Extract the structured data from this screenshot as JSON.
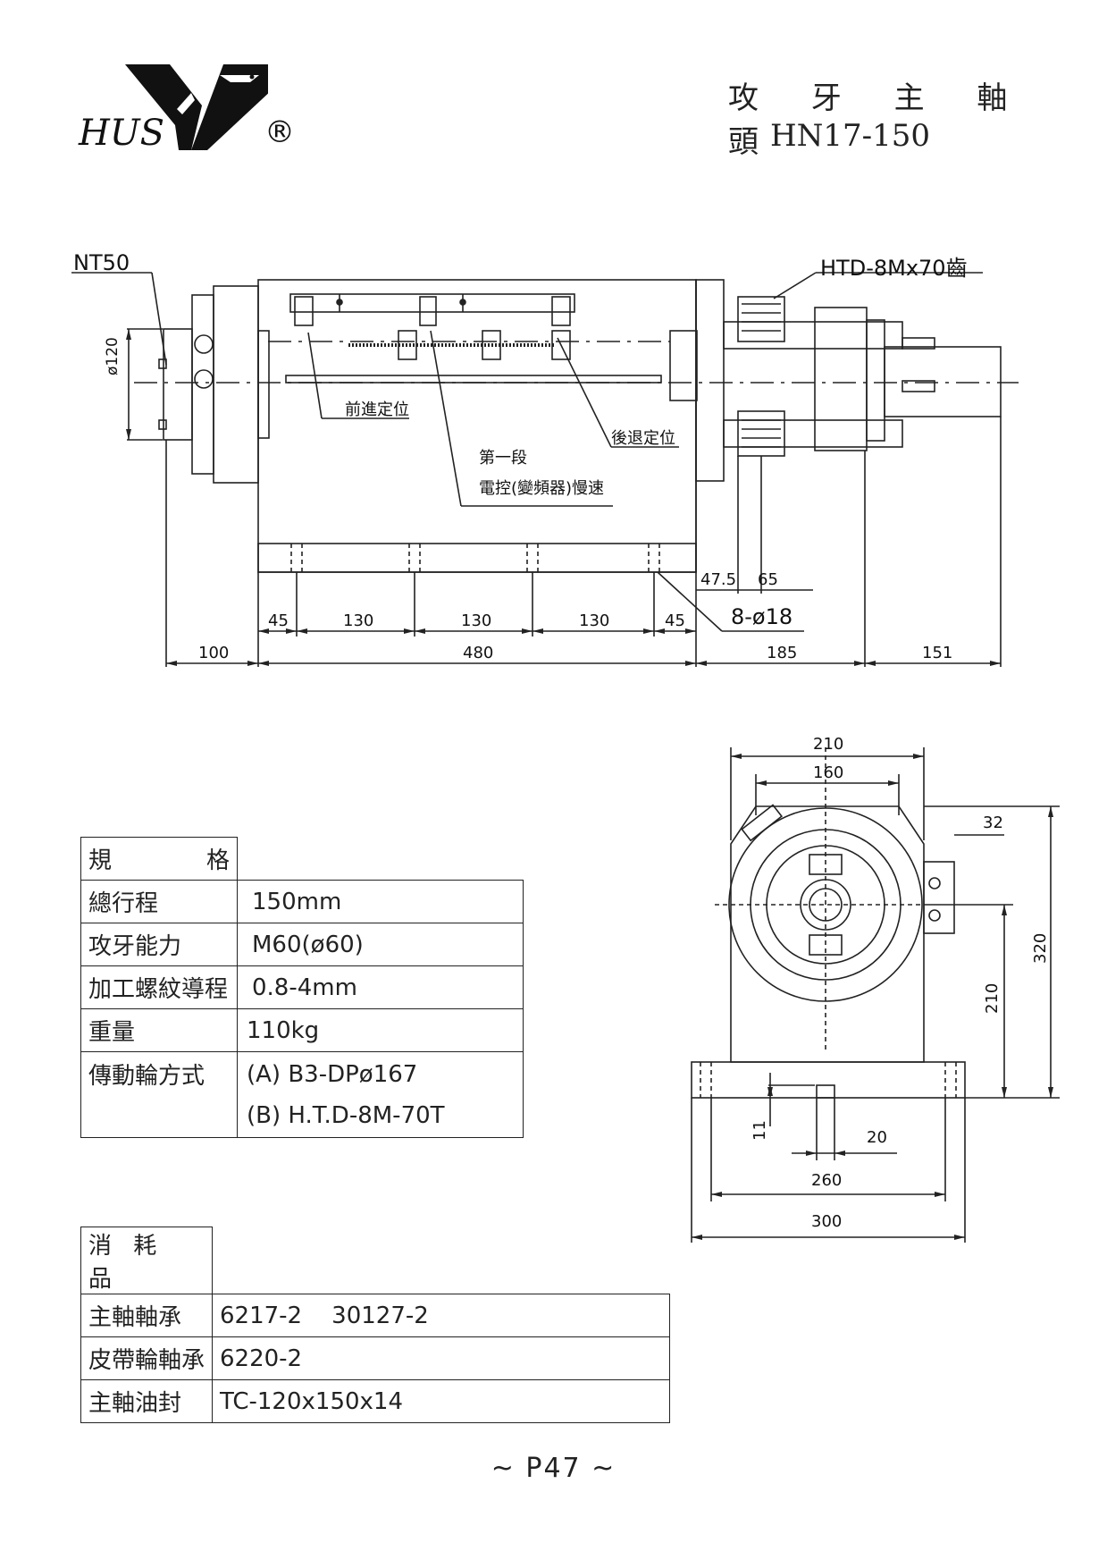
{
  "header": {
    "brand": "HUS",
    "registered_mark": "®",
    "title": "攻 牙 主 軸 頭",
    "model": "HN17-150"
  },
  "side_view": {
    "callouts": {
      "spindle_nose": "NT50",
      "belt": "HTD-8Mx70齒",
      "forward_position": "前進定位",
      "first_stage": "第一段",
      "speed_control": "電控(變頻器)慢速",
      "return_position": "後退定位",
      "diameter": "ø120",
      "holes": "8-ø18"
    },
    "dims": {
      "d100": "100",
      "d480": "480",
      "d185": "185",
      "d151": "151",
      "d45a": "45",
      "d130a": "130",
      "d130b": "130",
      "d130c": "130",
      "d45b": "45",
      "d47_5": "47.5",
      "d65": "65"
    }
  },
  "end_view": {
    "dims": {
      "d210_top": "210",
      "d160": "160",
      "d32": "32",
      "d320": "320",
      "d210_side": "210",
      "d11": "11",
      "d20": "20",
      "d260": "260",
      "d300": "300"
    }
  },
  "spec_table": {
    "header": [
      "規",
      "格"
    ],
    "rows": [
      {
        "label": "總行程",
        "value": "150mm"
      },
      {
        "label": "攻牙能力",
        "value": "M60(ø60)"
      },
      {
        "label": "加工螺紋導程",
        "value": "0.8-4mm"
      },
      {
        "label": "重量",
        "value": "110kg"
      },
      {
        "label": "傳動輪方式",
        "value": "(A) B3-DPø167",
        "value2": "(B) H.T.D-8M-70T"
      }
    ]
  },
  "consumables_table": {
    "header": "消 耗 品",
    "rows": [
      {
        "label": "主軸軸承",
        "value": "6217-2    30127-2"
      },
      {
        "label": "皮帶輪軸承",
        "value": "6220-2"
      },
      {
        "label": "主軸油封",
        "value": "TC-120x150x14"
      }
    ]
  },
  "footer": {
    "page": "~ P47 ~"
  }
}
